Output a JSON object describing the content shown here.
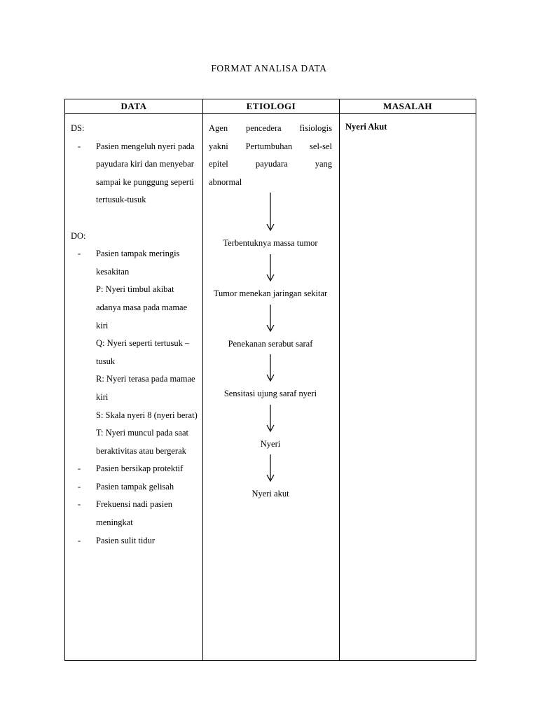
{
  "document": {
    "title": "FORMAT ANALISA DATA"
  },
  "table": {
    "headers": {
      "data": "DATA",
      "etiologi": "ETIOLOGI",
      "masalah": "MASALAH"
    },
    "data_column": {
      "ds_label": "DS:",
      "ds_items": [
        "Pasien mengeluh nyeri pada payudara kiri dan menyebar sampai ke punggung seperti tertusuk-tusuk"
      ],
      "do_label": "DO:",
      "do_items": [
        "Pasien tampak meringis kesakitan",
        "Pasien bersikap protektif",
        "Pasien tampak gelisah",
        "Frekuensi nadi pasien meningkat",
        "Pasien sulit tidur"
      ],
      "pqrst": [
        "P: Nyeri timbul akibat adanya masa pada mamae kiri",
        "Q: Nyeri seperti tertusuk – tusuk",
        "R: Nyeri terasa pada mamae kiri",
        "S: Skala nyeri 8 (nyeri berat)",
        "T: Nyeri muncul pada saat beraktivitas atau bergerak"
      ]
    },
    "etiologi_column": {
      "intro_line1": "Agen pencedera fisiologis",
      "intro_line2": "yakni Pertumbuhan sel-sel",
      "intro_line3": "epitel payudara yang",
      "intro_line4": "abnormal",
      "steps": [
        "Terbentuknya massa tumor",
        "Tumor menekan jaringan sekitar",
        "Penekanan serabut saraf",
        "Sensitasi ujung saraf nyeri",
        "Nyeri",
        "Nyeri akut"
      ]
    },
    "masalah_column": {
      "item": "Nyeri Akut"
    }
  }
}
